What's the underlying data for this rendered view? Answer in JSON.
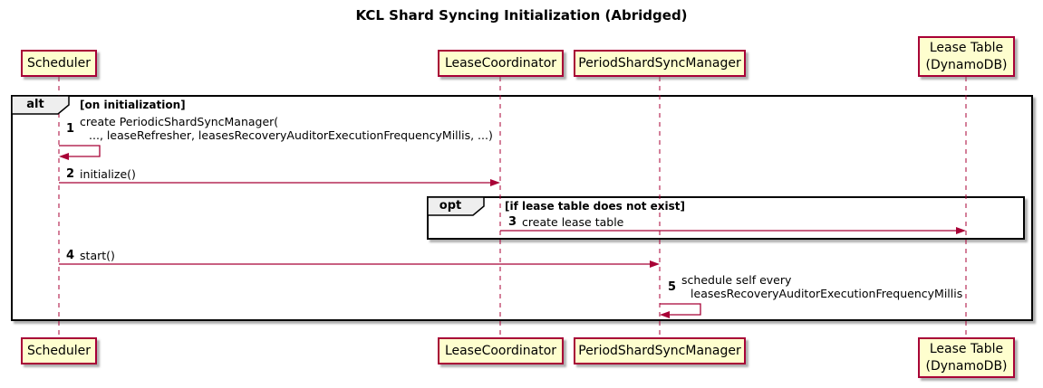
{
  "title": "KCL Shard Syncing Initialization (Abridged)",
  "colors": {
    "participant_fill": "#FEFECE",
    "accent_border_arrow": "#A80036",
    "frame_border": "#000000",
    "operator_label_bg": "#EEEEEE"
  },
  "participants": {
    "scheduler": {
      "label": "Scheduler"
    },
    "lease_coordinator": {
      "label": "LeaseCoordinator"
    },
    "period_shard_sync_manager": {
      "label": "PeriodShardSyncManager"
    },
    "lease_table": {
      "label_line1": "Lease Table",
      "label_line2": "(DynamoDB)"
    }
  },
  "alt_frame": {
    "operator": "alt",
    "condition": "[on initialization]"
  },
  "opt_frame": {
    "operator": "opt",
    "condition": "[if lease table does not exist]"
  },
  "messages": {
    "m1": {
      "num": "1",
      "line1": "create PeriodicShardSyncManager(",
      "line2": "..., leaseRefresher, leasesRecoveryAuditorExecutionFrequencyMillis, ...)"
    },
    "m2": {
      "num": "2",
      "text": "initialize()"
    },
    "m3": {
      "num": "3",
      "text": "create lease table"
    },
    "m4": {
      "num": "4",
      "text": "start()"
    },
    "m5": {
      "num": "5",
      "line1": "schedule self every",
      "line2": "leasesRecoveryAuditorExecutionFrequencyMillis"
    }
  }
}
